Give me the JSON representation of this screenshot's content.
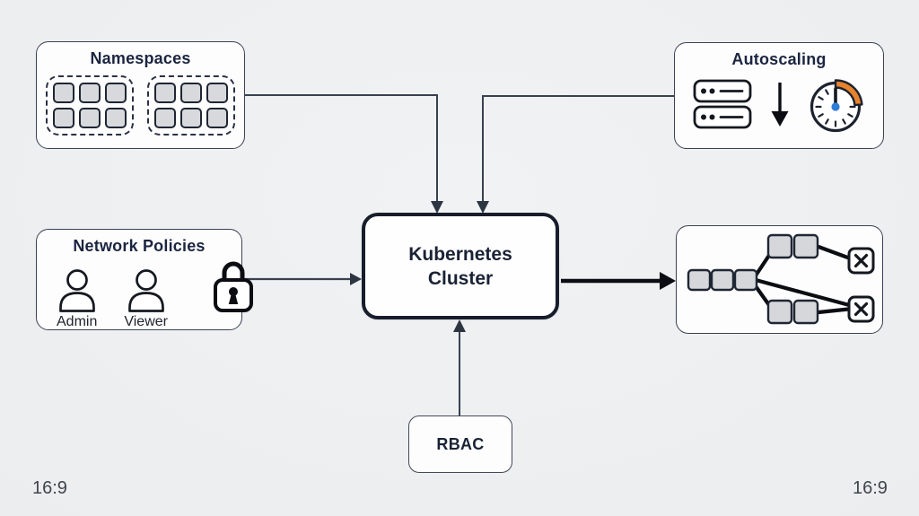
{
  "canvas": {
    "aspect_left": "16:9",
    "aspect_right": "16:9"
  },
  "nodes": {
    "namespaces": {
      "title": "Namespaces",
      "group_count": 2,
      "pods_per_group": 6,
      "icon": "pod-grid-icon"
    },
    "autoscaling": {
      "title": "Autoscaling",
      "icons": [
        "server-stack-icon",
        "scale-down-arrow-icon",
        "gauge-icon"
      ]
    },
    "network_policies": {
      "title": "Network Policies",
      "users": [
        {
          "label": "Admin",
          "icon": "user-icon"
        },
        {
          "label": "Viewer",
          "icon": "user-icon"
        }
      ],
      "lock": "lock-icon"
    },
    "cluster": {
      "title": "Kubernetes Cluster"
    },
    "rbac": {
      "title": "RBAC"
    },
    "rollout": {
      "icon": "rollout-pipeline-graphic",
      "terminal_icon": "x-box-icon"
    }
  },
  "connectors": [
    {
      "from": "namespaces",
      "to": "cluster",
      "style": "thin-arrow"
    },
    {
      "from": "autoscaling",
      "to": "cluster",
      "style": "thin-arrow"
    },
    {
      "from": "network_policies",
      "to": "cluster",
      "style": "thin-arrow"
    },
    {
      "from": "cluster",
      "to": "rollout",
      "style": "thick-arrow"
    },
    {
      "from": "rbac",
      "to": "cluster",
      "style": "thin-arrow"
    }
  ],
  "colors": {
    "background": "#ECEDEF",
    "box_border": "#3A4254",
    "cluster_border": "#171D2B",
    "title_text": "#1C2540",
    "pod_fill": "#D7D9DC",
    "connector": "#39414F",
    "thick_connector": "#0B0D12",
    "gauge_accent_orange": "#E8832D",
    "gauge_center_blue": "#2E7CD6"
  }
}
